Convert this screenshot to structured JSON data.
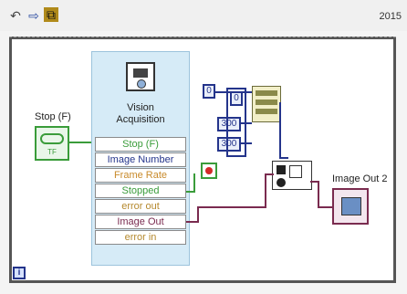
{
  "toolbar": {
    "year": "2015"
  },
  "icons": {
    "back": "↶",
    "forward": "⇨",
    "abort": "⧉",
    "loop_info": "i"
  },
  "controls": {
    "stop_label": "Stop (F)",
    "stop_value": "TF",
    "const_top": "0",
    "const_small": "0",
    "const_300_a": "300",
    "const_300_b": "300",
    "image_out_label": "Image Out 2"
  },
  "vision": {
    "title_line1": "Vision",
    "title_line2": "Acquisition",
    "terminals": [
      {
        "label": "Stop (F)",
        "color": "#3a9c3a"
      },
      {
        "label": "Image Number",
        "color": "#24348b"
      },
      {
        "label": "Frame Rate",
        "color": "#c88a2a"
      },
      {
        "label": "Stopped",
        "color": "#3a9c3a"
      },
      {
        "label": "error out",
        "color": "#b5892e"
      },
      {
        "label": "Image Out",
        "color": "#7a2b4f"
      },
      {
        "label": "error in",
        "color": "#b5892e"
      }
    ]
  },
  "colors": {
    "boolean": "#3a9c3a",
    "numeric": "#24348b",
    "image": "#7a2b4f",
    "cluster": "#b5892e"
  }
}
